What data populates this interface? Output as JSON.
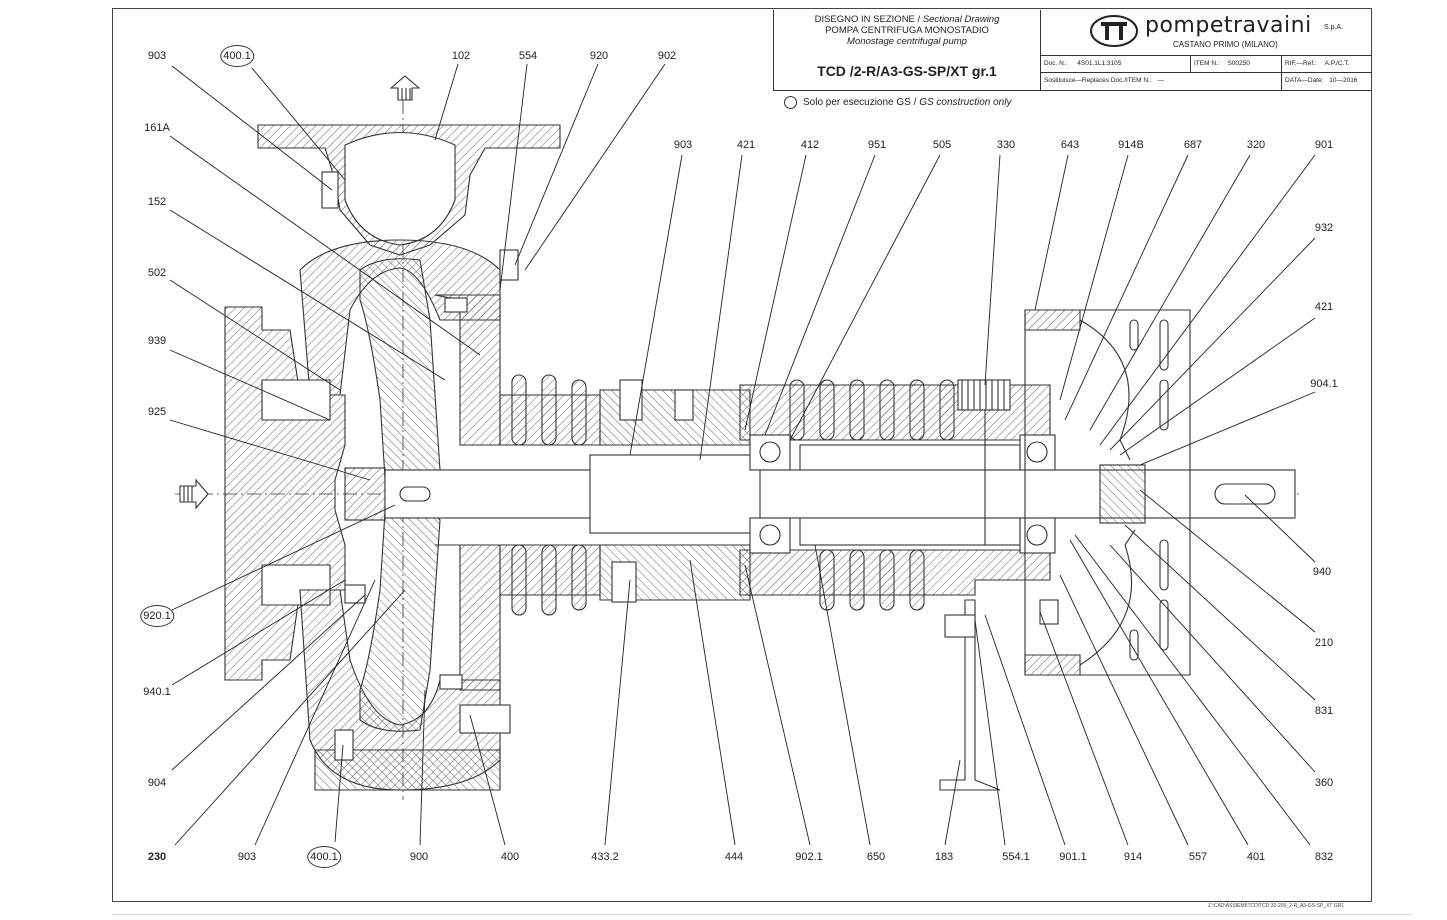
{
  "title_block": {
    "line1": "DISEGNO IN SEZIONE /",
    "line1_en": "Sectional Drawing",
    "line2": "POMPA CENTRIFUGA MONOSTADIO",
    "line3": "Monostage centrifugal pump",
    "code": "TCD /2-R/A3-GS-SP/XT gr.1",
    "company": "pompetravaini",
    "company_suffix": "S.p.A.",
    "city": "CASTANO PRIMO (MILANO)",
    "doc_label": "Doc. N.:",
    "doc_value": "4S01.1L1.3105",
    "item_label": "ITEM N.:",
    "item_value": "S00250",
    "ref_label": "RIF.—Ref.:",
    "ref_value": "A.P./C.T.",
    "replaces_label": "Sostituisce—Replaces Doc./ITEM N.:",
    "replaces_value": "—",
    "date_label": "DATA—Date:",
    "date_value": "10—2016"
  },
  "note": {
    "text": "Solo per esecuzione GS /",
    "text_en": "GS construction only"
  },
  "path_note": "Z:\\CAD\\ASSIEMI\\TCD\\TCD 32-200_2-R_A3-GS-SP_XT GR1",
  "labels": {
    "l903a": "903",
    "l400a": "400.1",
    "l102": "102",
    "l554": "554",
    "l920": "920",
    "l902": "902",
    "l161A": "161A",
    "l152": "152",
    "l502": "502",
    "l939": "939",
    "l925": "925",
    "l920_1": "920.1",
    "l940_1": "940.1",
    "l904": "904",
    "l230": "230",
    "l903b": "903",
    "l400b": "400.1",
    "l900": "900",
    "l400": "400",
    "l433_2": "433.2",
    "l444": "444",
    "l902_1": "902.1",
    "l650": "650",
    "l183": "183",
    "l554_1": "554.1",
    "l901_1": "901.1",
    "l914": "914",
    "l557": "557",
    "l401": "401",
    "l832": "832",
    "t903": "903",
    "t421": "421",
    "t412": "412",
    "t951": "951",
    "t505": "505",
    "t330": "330",
    "t643": "643",
    "t914B": "914B",
    "t687": "687",
    "t320": "320",
    "t901": "901",
    "r932": "932",
    "r421": "421",
    "r904_1": "904.1",
    "r940": "940",
    "r210": "210",
    "r831": "831",
    "r360": "360"
  }
}
